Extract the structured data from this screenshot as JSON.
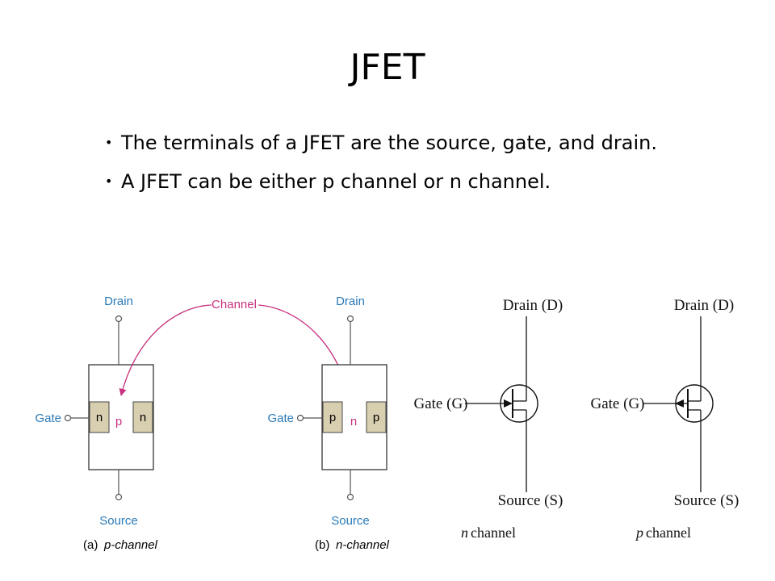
{
  "slide": {
    "title": "JFET",
    "bullets": [
      "The terminals of a JFET are the source, gate, and drain.",
      "A JFET can be either p channel or n channel."
    ]
  },
  "diagram_a": {
    "drain": "Drain",
    "gate": "Gate",
    "source": "Source",
    "left_region": "n",
    "channel_region": "p",
    "right_region": "n",
    "caption_prefix": "(a)",
    "caption_type": "p-channel"
  },
  "channel_label": "Channel",
  "diagram_b": {
    "drain": "Drain",
    "gate": "Gate",
    "source": "Source",
    "left_region": "p",
    "channel_region": "n",
    "right_region": "p",
    "caption_prefix": "(b)",
    "caption_type": "n-channel"
  },
  "symbol_n": {
    "drain": "Drain (D)",
    "gate": "Gate (G)",
    "source": "Source (S)",
    "caption_letter": "n",
    "caption_word": "channel"
  },
  "symbol_p": {
    "drain": "Drain (D)",
    "gate": "Gate (G)",
    "source": "Source (S)",
    "caption_letter": "p",
    "caption_word": "channel"
  },
  "colors": {
    "label_blue": "#2a7ab8",
    "channel_magenta": "#c7317e",
    "region_fill": "#d8ceb0"
  }
}
